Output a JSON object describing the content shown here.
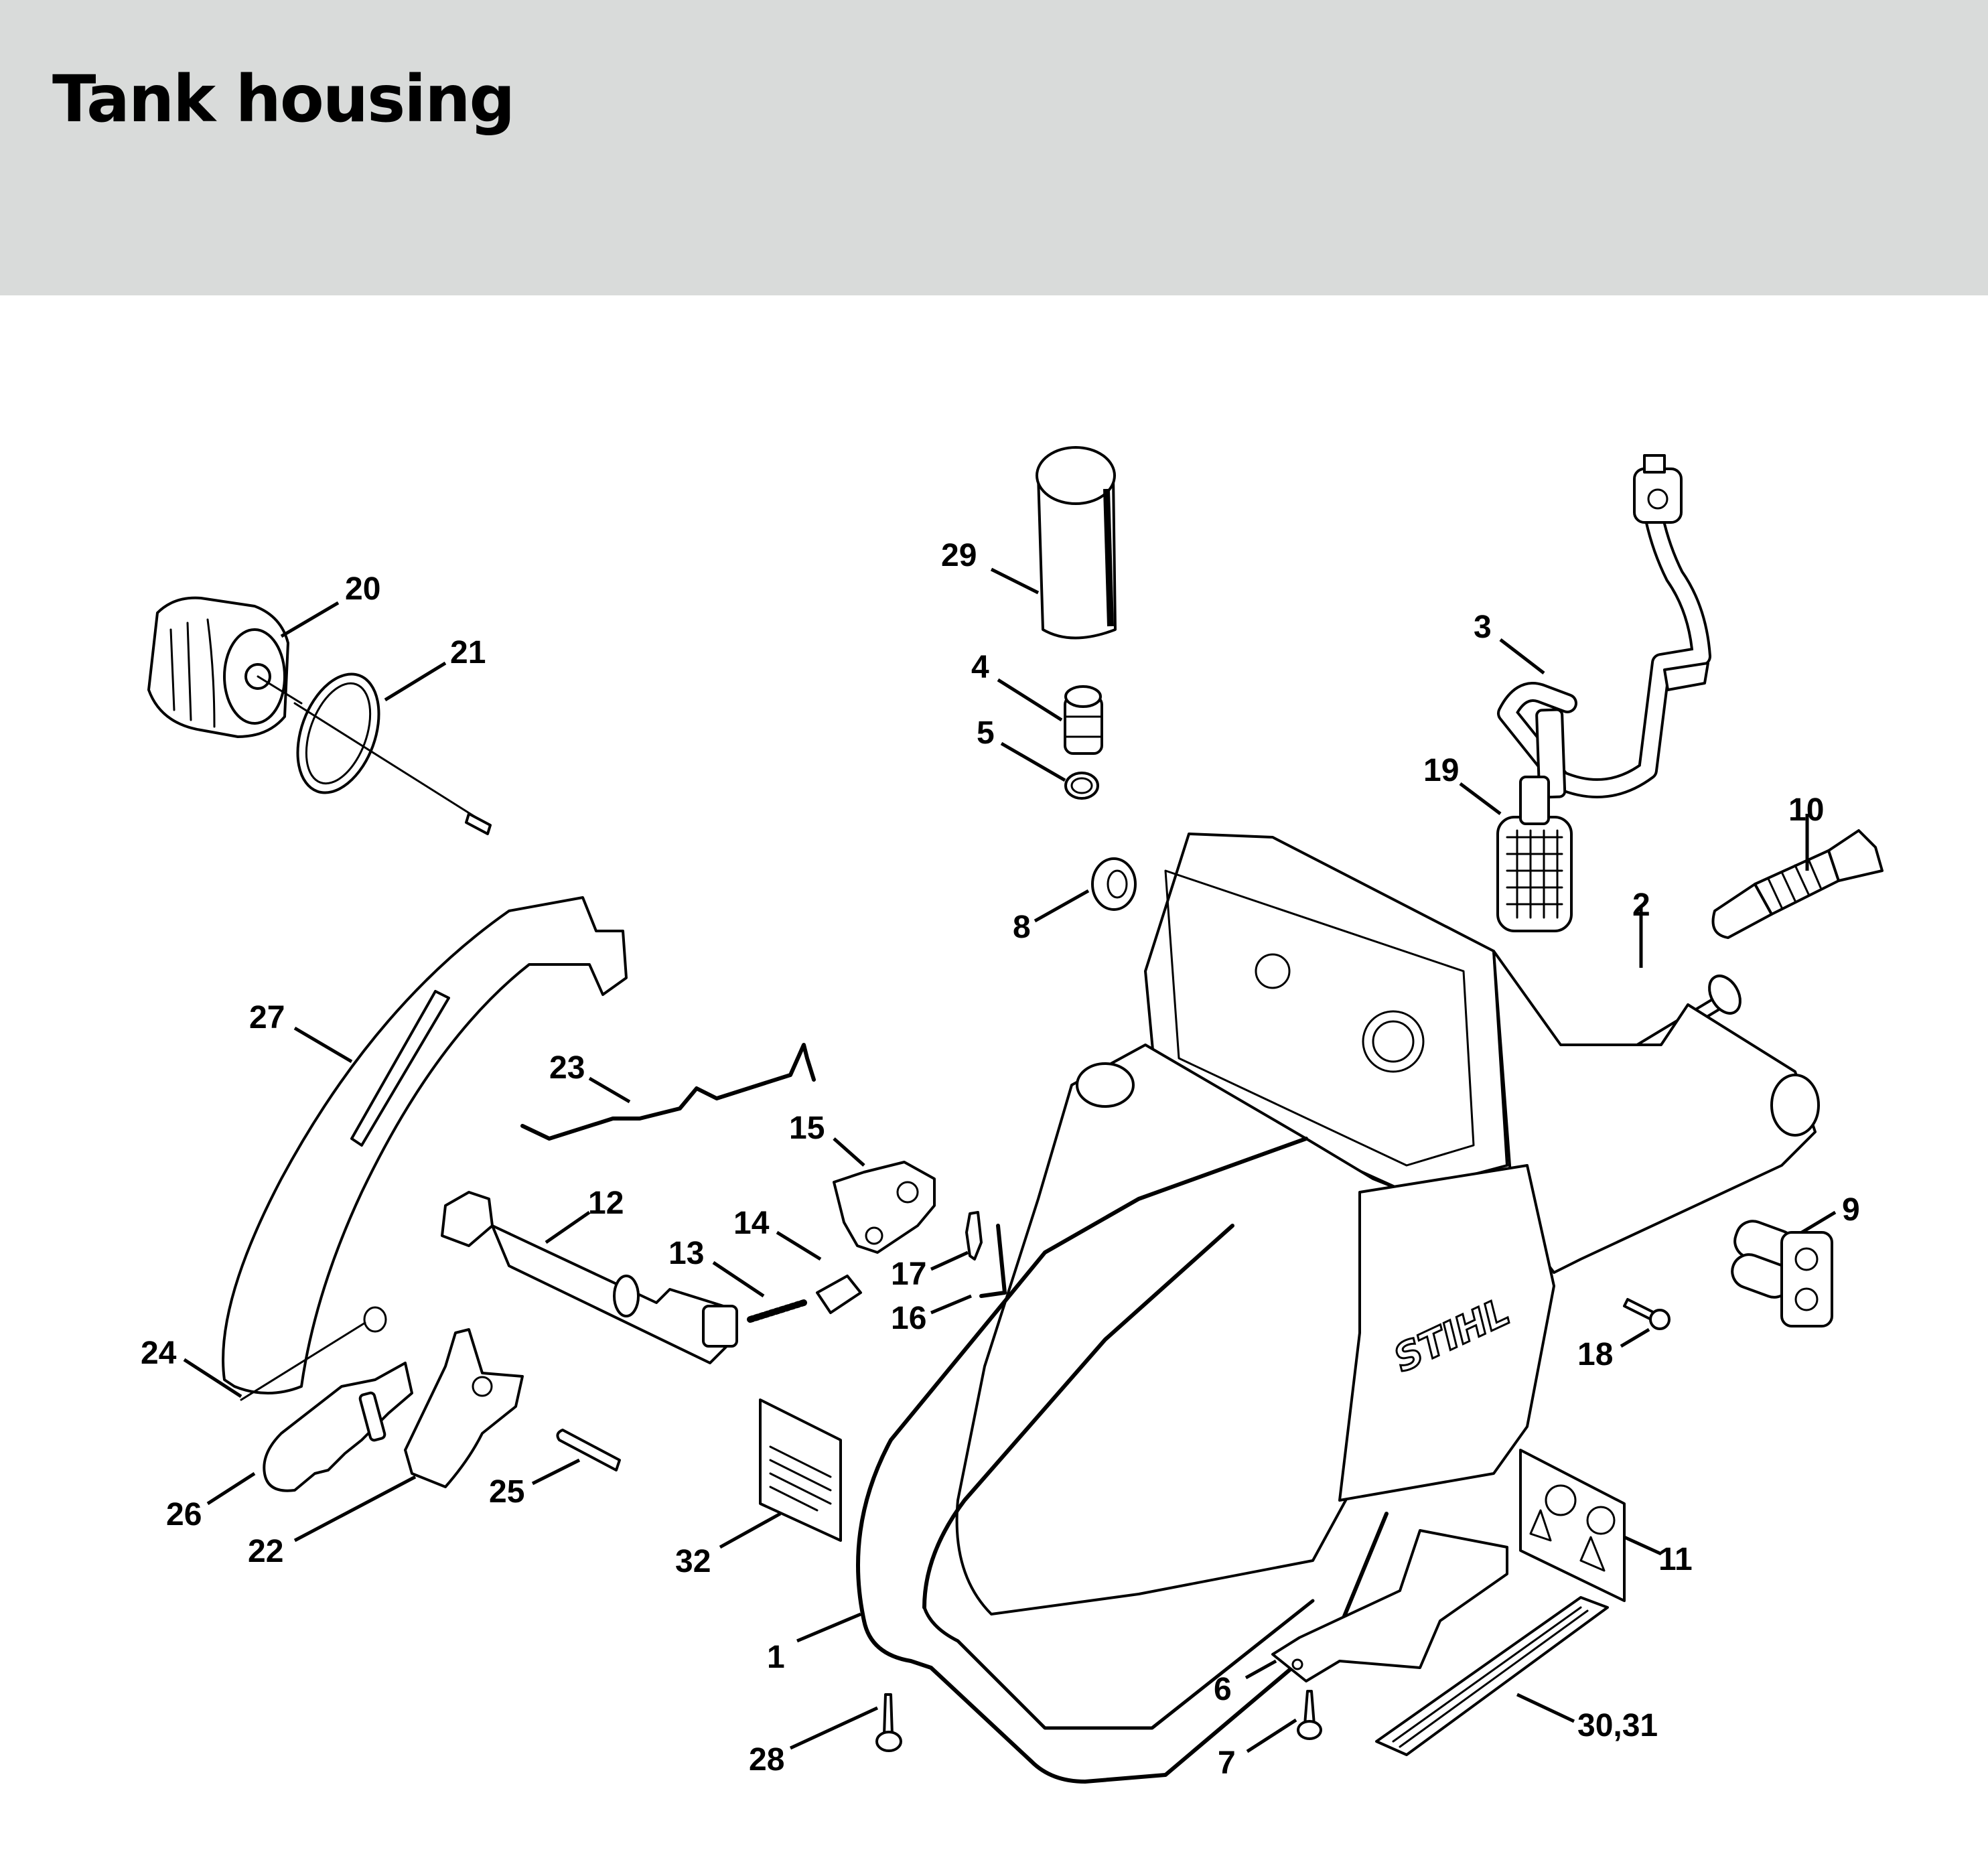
{
  "header": {
    "title": "Tank housing",
    "background_color": "#d9dbda"
  },
  "diagram": {
    "brand_logo_text": "STIHL",
    "callouts": [
      {
        "id": "1",
        "label": "1"
      },
      {
        "id": "2",
        "label": "2"
      },
      {
        "id": "3",
        "label": "3"
      },
      {
        "id": "4",
        "label": "4"
      },
      {
        "id": "5",
        "label": "5"
      },
      {
        "id": "6",
        "label": "6"
      },
      {
        "id": "7",
        "label": "7"
      },
      {
        "id": "8",
        "label": "8"
      },
      {
        "id": "9",
        "label": "9"
      },
      {
        "id": "10",
        "label": "10"
      },
      {
        "id": "11",
        "label": "11"
      },
      {
        "id": "12",
        "label": "12"
      },
      {
        "id": "13",
        "label": "13"
      },
      {
        "id": "14",
        "label": "14"
      },
      {
        "id": "15",
        "label": "15"
      },
      {
        "id": "16",
        "label": "16"
      },
      {
        "id": "17",
        "label": "17"
      },
      {
        "id": "18",
        "label": "18"
      },
      {
        "id": "19",
        "label": "19"
      },
      {
        "id": "20",
        "label": "20"
      },
      {
        "id": "21",
        "label": "21"
      },
      {
        "id": "22",
        "label": "22"
      },
      {
        "id": "23",
        "label": "23"
      },
      {
        "id": "24",
        "label": "24"
      },
      {
        "id": "25",
        "label": "25"
      },
      {
        "id": "26",
        "label": "26"
      },
      {
        "id": "27",
        "label": "27"
      },
      {
        "id": "28",
        "label": "28"
      },
      {
        "id": "29",
        "label": "29"
      },
      {
        "id": "30_31",
        "label": "30,31"
      },
      {
        "id": "32",
        "label": "32"
      }
    ]
  }
}
